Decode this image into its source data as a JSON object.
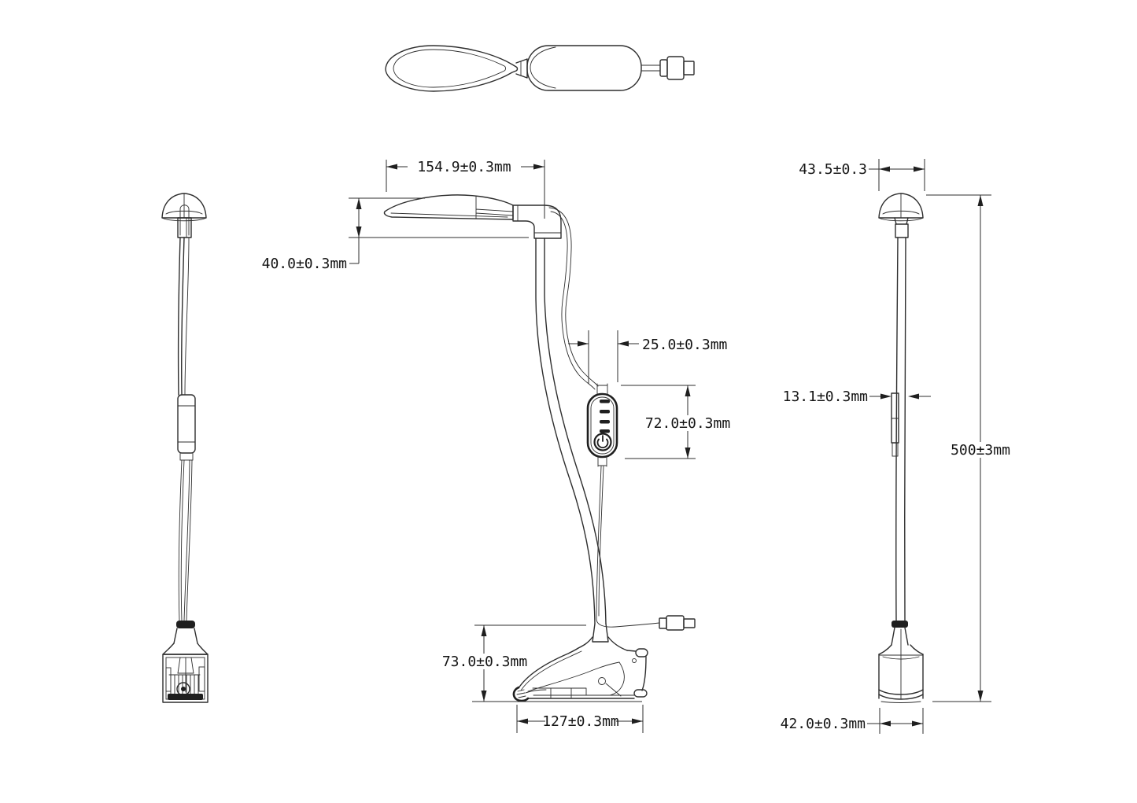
{
  "drawing": {
    "kind": "clip-on LED desk lamp technical drawing, four orthographic views",
    "background_color": "#ffffff",
    "line_color": "#2e2e2e"
  },
  "dimensions": {
    "head_width": "154.9±0.3mm",
    "head_height": "40.0±0.3mm",
    "pod_width": "25.0±0.3mm",
    "pod_height": "72.0±0.3mm",
    "clip_height": "73.0±0.3mm",
    "clip_width": "127±0.3mm",
    "head_depth": "43.5±0.3",
    "pod_depth": "13.1±0.3mm",
    "overall_height": "500±3mm",
    "base_width": "42.0±0.3mm"
  },
  "icons": {
    "power_button": "power-icon",
    "pod_indicators": "mode-indicator-bars-icon",
    "usb_plug": "usb-connector-icon"
  }
}
